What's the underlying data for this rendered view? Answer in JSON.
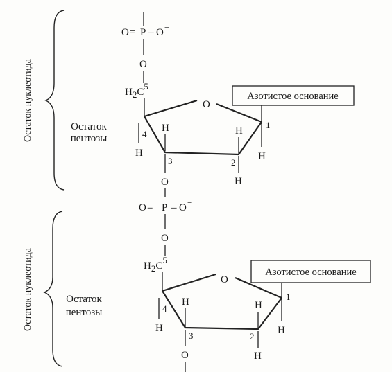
{
  "units": [
    {
      "side_label": "Остаток нуклеотида",
      "pentose_label": [
        "Остаток",
        "пентозы"
      ],
      "phosphate": {
        "left_o": "O",
        "eq": "=",
        "p": "P",
        "dash": "–",
        "right_o": "O",
        "charge": "−"
      },
      "ester_o": "O",
      "ch2": {
        "h": "H",
        "sub": "2",
        "c": "C",
        "sup": "5"
      },
      "ring_o": "O",
      "base_label": "Азотистое основание",
      "carbons": {
        "c1": "1",
        "c2": "2",
        "c3": "3",
        "c4": "4"
      },
      "hydrogens": {
        "h4_bottom": "H",
        "h3_top": "H",
        "h2_top": "H",
        "h2_bottom": "H",
        "h1_bottom": "H"
      },
      "bottom_o": "O"
    },
    {
      "side_label": "Остаток нуклеотида",
      "pentose_label": [
        "Остаток",
        "пентозы"
      ],
      "phosphate": {
        "left_o": "O",
        "eq": "=",
        "p": "P",
        "dash": "–",
        "right_o": "O",
        "charge": "−"
      },
      "ester_o": "O",
      "ch2": {
        "h": "H",
        "sub": "2",
        "c": "C",
        "sup": "5"
      },
      "ring_o": "O",
      "base_label": "Азотистое основание",
      "carbons": {
        "c1": "1",
        "c2": "2",
        "c3": "3",
        "c4": "4"
      },
      "hydrogens": {
        "h4_bottom": "H",
        "h3_top": "H",
        "h2_top": "H",
        "h2_bottom": "H",
        "h1_bottom": "H"
      },
      "bottom_o": "O"
    }
  ]
}
